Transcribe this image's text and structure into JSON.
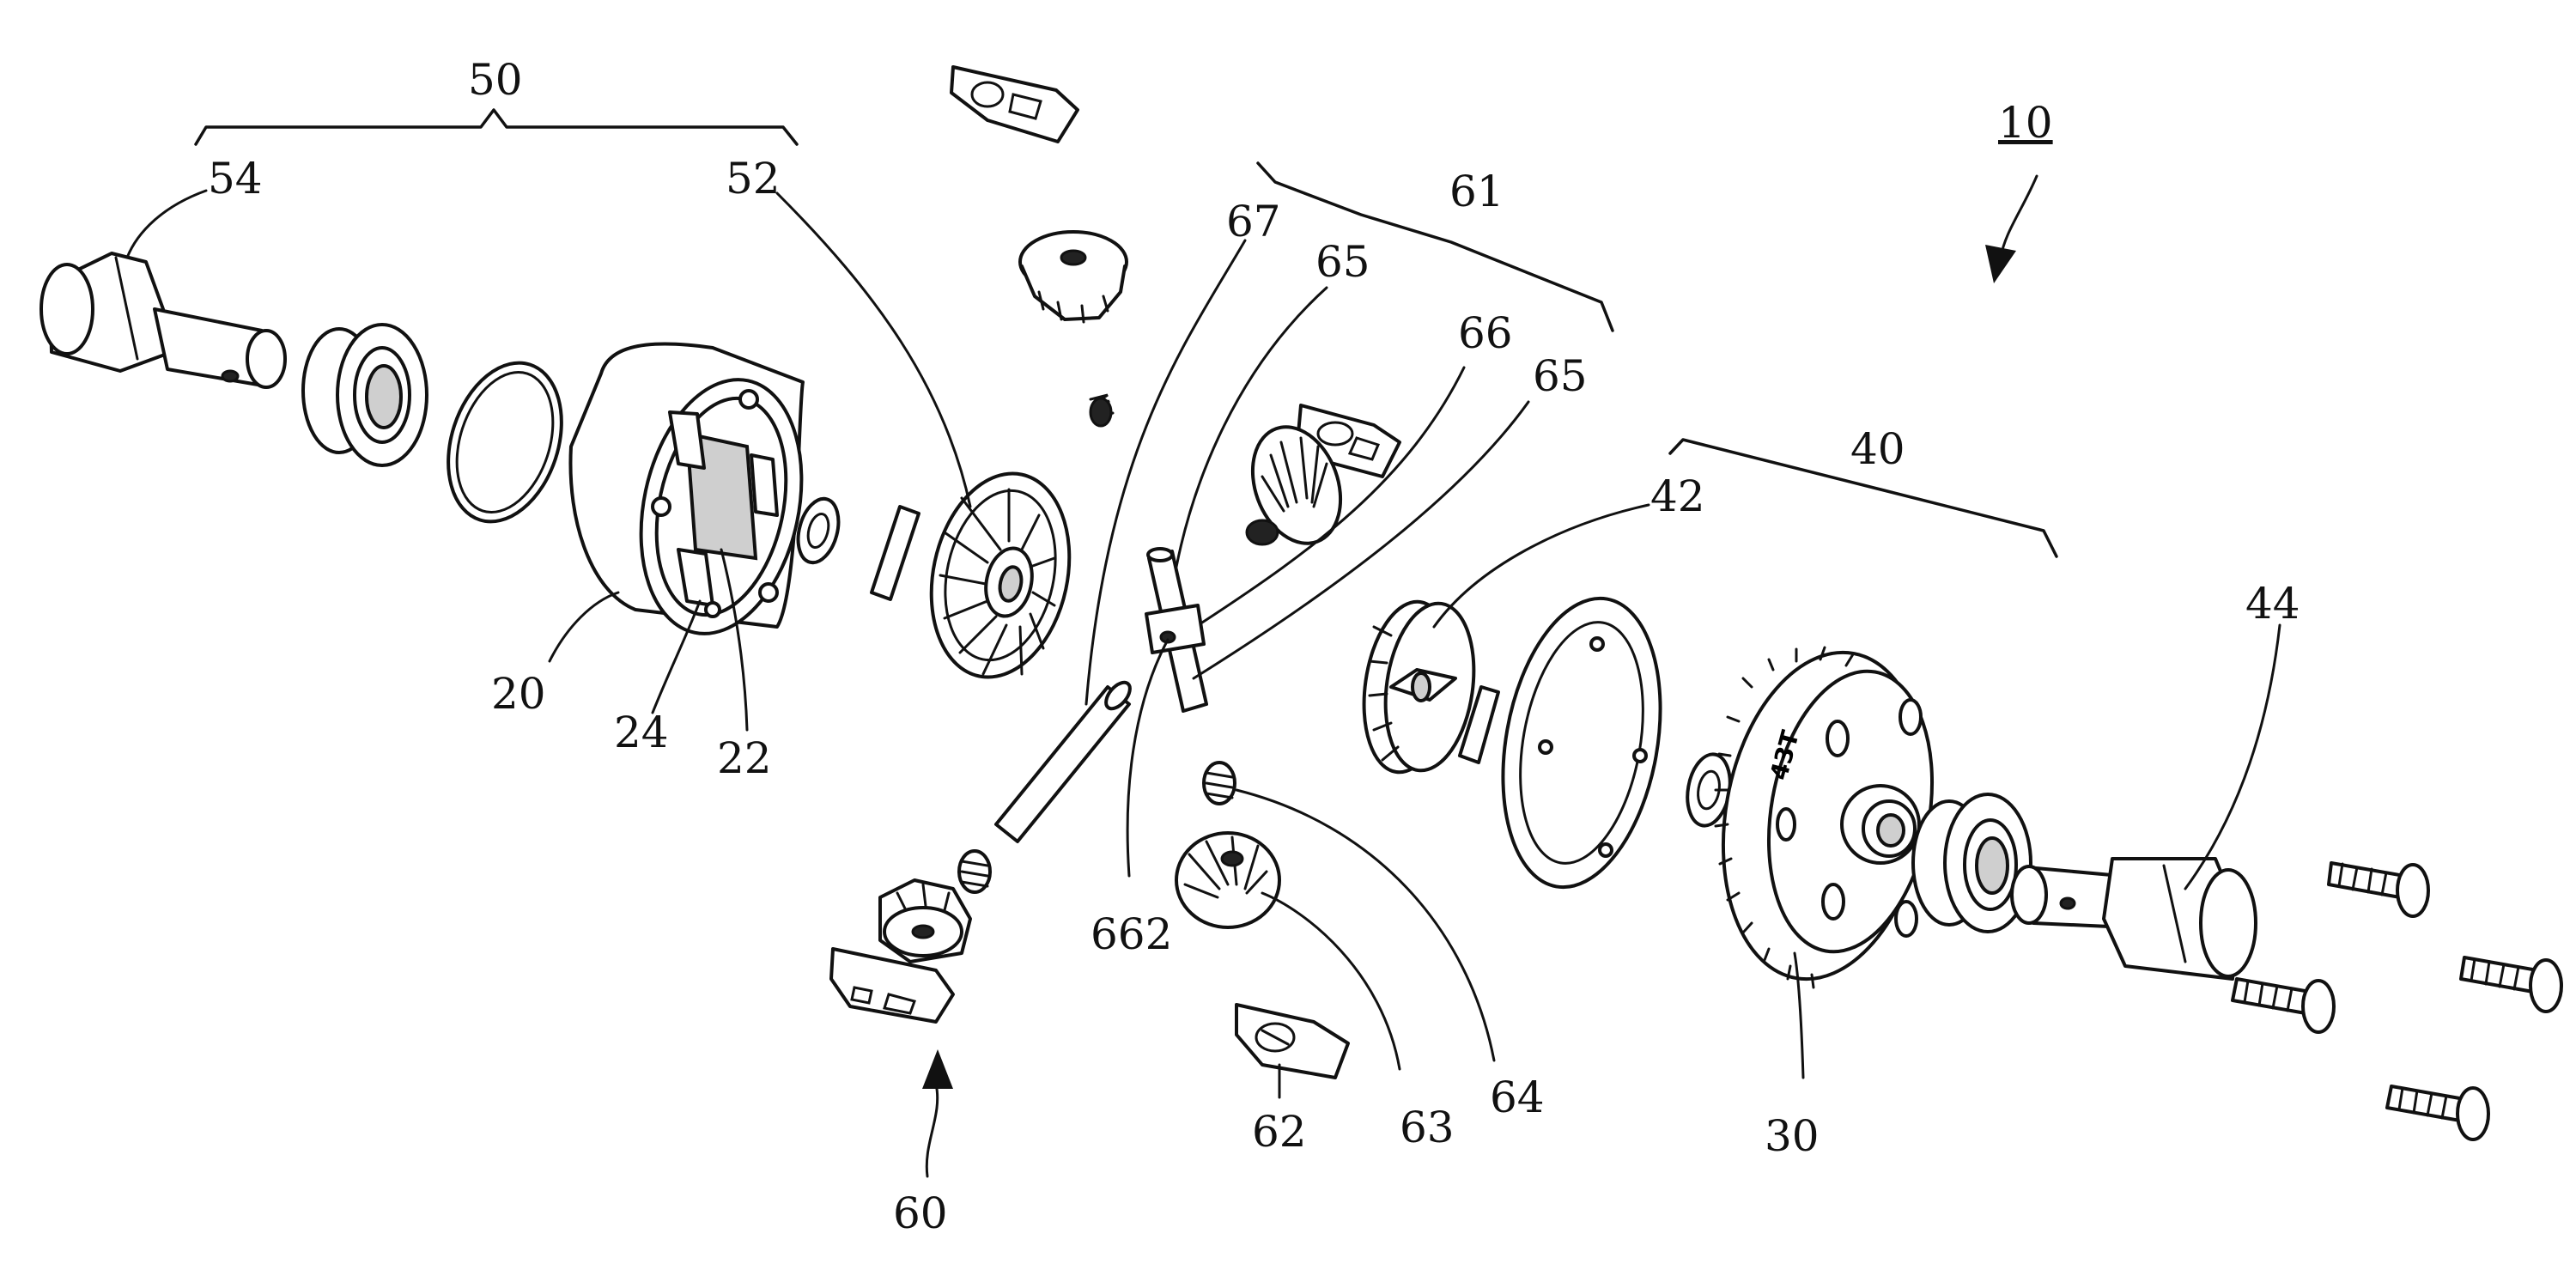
{
  "drawing": {
    "assembly_label": "10",
    "reference_labels": {
      "r20": "20",
      "r22": "22",
      "r24": "24",
      "r30": "30",
      "r40": "40",
      "r42": "42",
      "r44": "44",
      "r50": "50",
      "r52": "52",
      "r54": "54",
      "r60": "60",
      "r61": "61",
      "r62": "62",
      "r63": "63",
      "r64": "64",
      "r65a": "65",
      "r65b": "65",
      "r66": "66",
      "r67": "67",
      "r662": "662"
    },
    "gear_marking": "43T"
  }
}
